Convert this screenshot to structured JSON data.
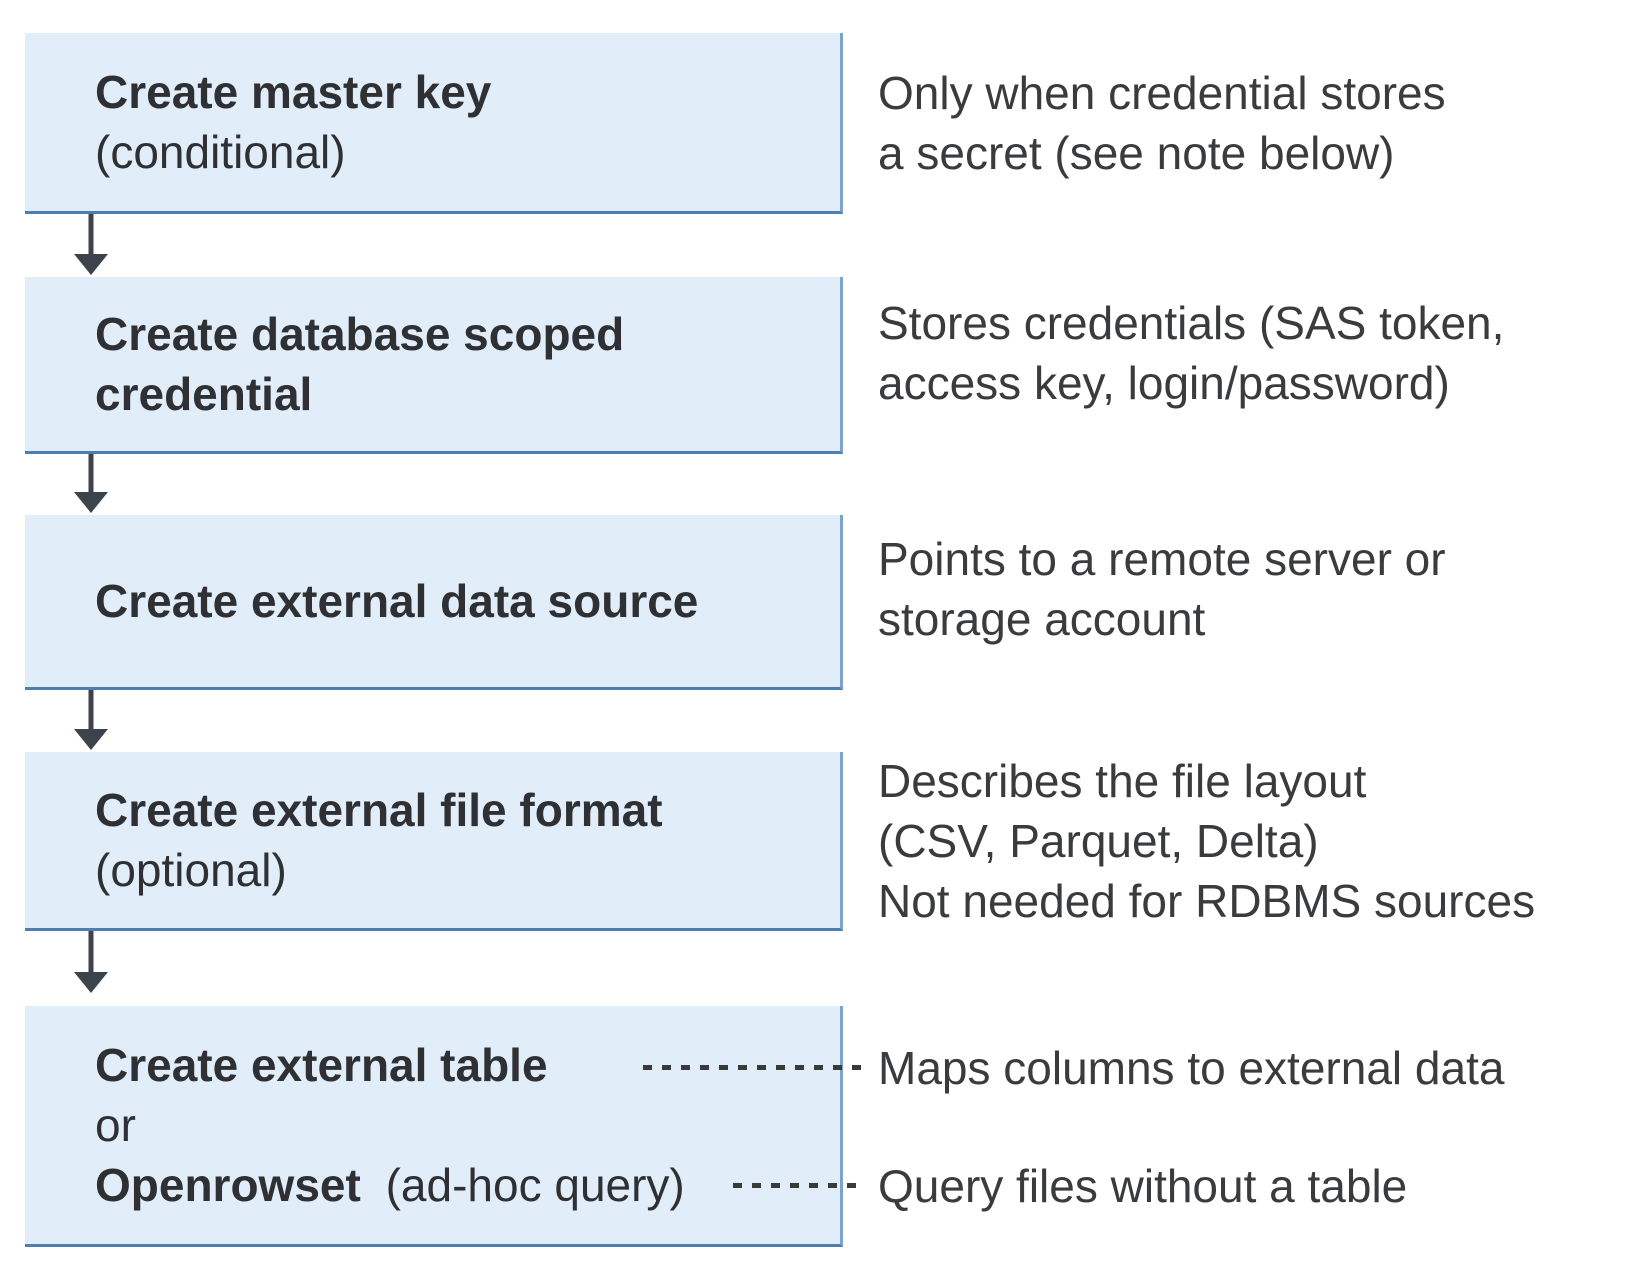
{
  "colors": {
    "background": "#ffffff",
    "box_fill": "#e2edfa",
    "box_border_bottom": "#4e7eb0",
    "box_border_right": "#7ba3cf",
    "box_text": "#2f3033",
    "note_text": "#3a3b3d",
    "arrow": "#3d434a",
    "dash": "#3a3a3a"
  },
  "flow": {
    "steps": [
      {
        "box": {
          "title": "Create master key",
          "subtitle": "(conditional)"
        },
        "note": {
          "line1": "Only when credential stores",
          "line2": "a secret (see note below)"
        }
      },
      {
        "box": {
          "title": "Create database scoped credential"
        },
        "note": {
          "line1": "Stores credentials (SAS token,",
          "line2": "access key, login/password)"
        }
      },
      {
        "box": {
          "title": "Create external data source"
        },
        "note": {
          "line1": "Points to a remote server or",
          "line2": "storage account"
        }
      },
      {
        "box": {
          "title": "Create external file format",
          "subtitle": "(optional)"
        },
        "note": {
          "line1": "Describes the file layout",
          "line2": "(CSV, Parquet, Delta)",
          "line3": "Not needed for RDBMS sources"
        }
      },
      {
        "box": {
          "title": "Create external table",
          "or_label": "or",
          "alt_title": "Openrowset",
          "alt_suffix": "(ad-hoc query)"
        },
        "note_table": "Maps columns to external data",
        "note_openrowset": "Query files without a table"
      }
    ]
  }
}
